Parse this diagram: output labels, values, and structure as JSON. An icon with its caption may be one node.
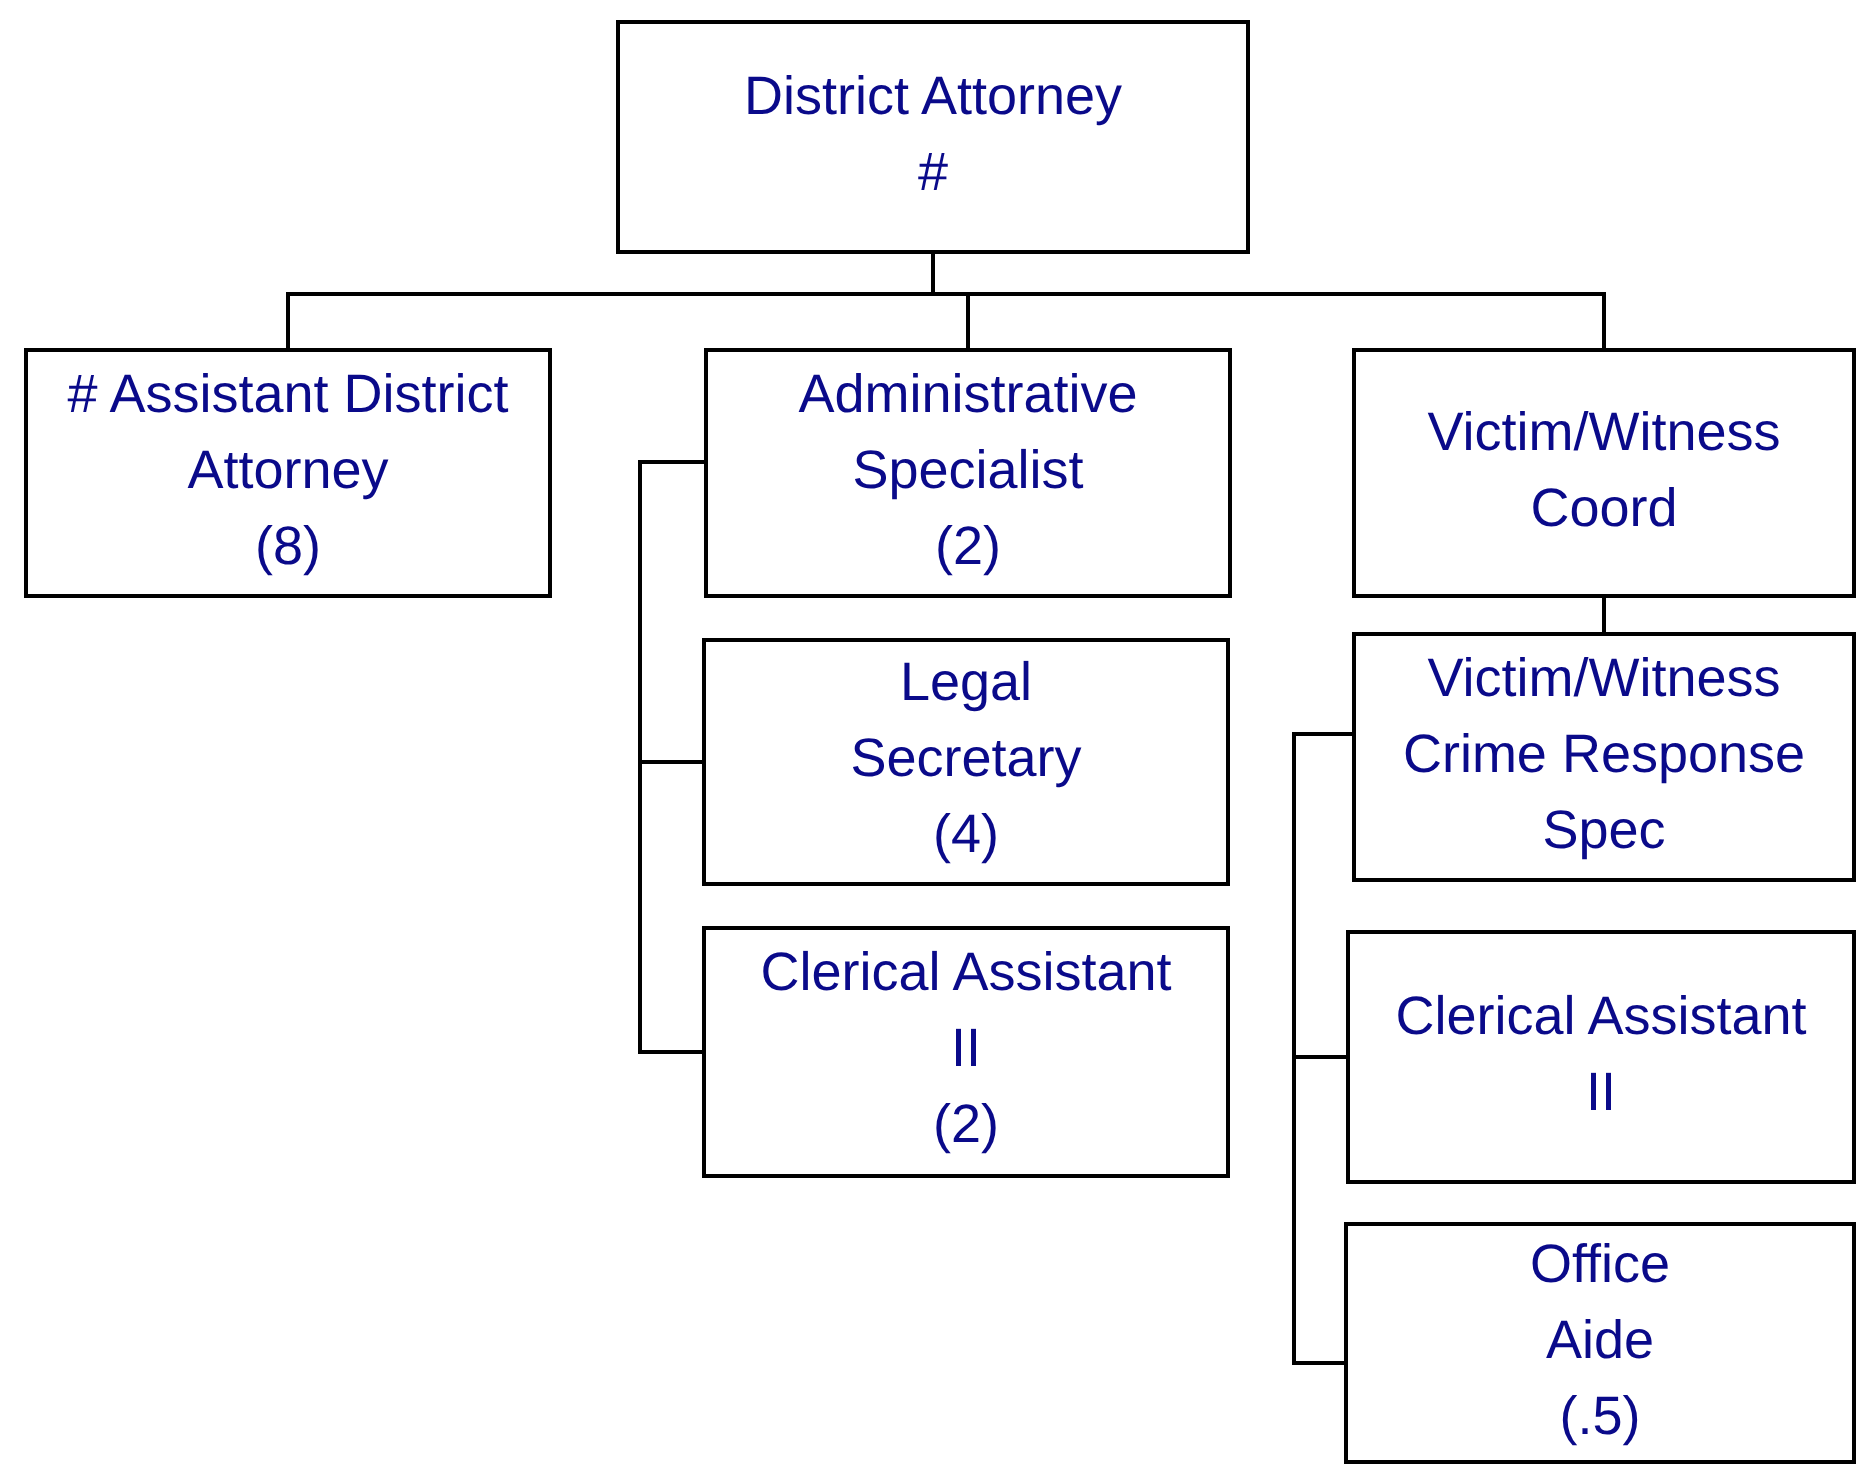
{
  "diagram": {
    "nodes": [
      {
        "text": [
          "District Attorney #"
        ]
      },
      {
        "text": [
          "# Assistant District Attorney",
          "(8)"
        ]
      },
      {
        "text": [
          "Administrative Specialist",
          "(2)"
        ]
      },
      {
        "text": [
          "Victim/Witness Coord"
        ]
      },
      {
        "text": [
          "Legal Secretary",
          "(4)"
        ]
      },
      {
        "text": [
          "Clerical Assistant II",
          "(2)"
        ]
      },
      {
        "text": [
          "Victim/Witness Crime Response Spec"
        ]
      },
      {
        "text": [
          "Clerical Assistant II"
        ]
      },
      {
        "text": [
          "Office Aide",
          "(.5)"
        ]
      }
    ],
    "edges": [
      {
        "from": 0,
        "to": 1,
        "arrow": "none"
      },
      {
        "from": 0,
        "to": 2,
        "arrow": "none"
      },
      {
        "from": 0,
        "to": 3,
        "arrow": "none"
      },
      {
        "from": 2,
        "to": 4,
        "arrow": "none"
      },
      {
        "from": 2,
        "to": 5,
        "arrow": "none"
      },
      {
        "from": 3,
        "to": 6,
        "arrow": "none"
      },
      {
        "from": 6,
        "to": 7,
        "arrow": "none"
      },
      {
        "from": 6,
        "to": 8,
        "arrow": "none"
      }
    ]
  }
}
